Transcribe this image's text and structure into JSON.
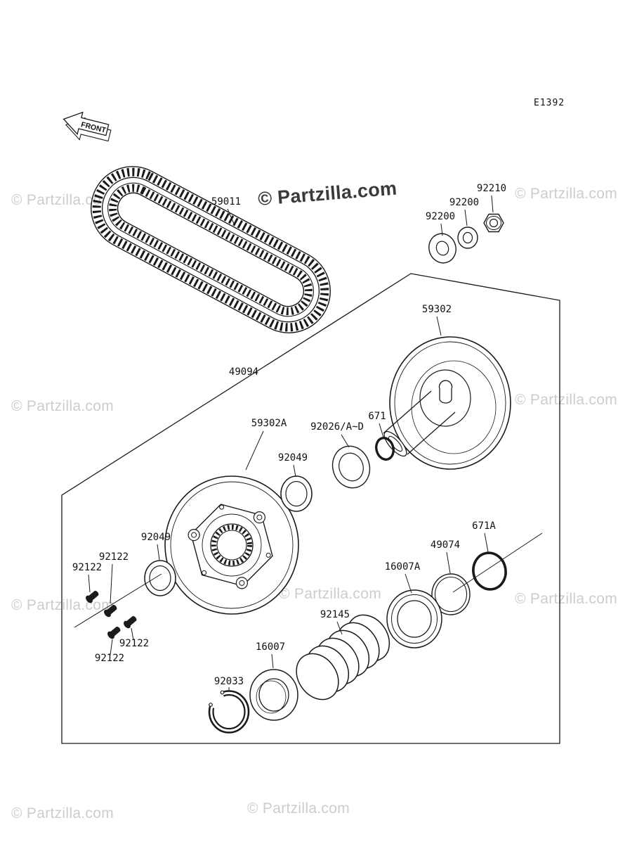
{
  "page": {
    "background": "#ffffff",
    "ink": "#1a1a1a"
  },
  "diagram": {
    "code": "E1392",
    "front_label": "FRONT"
  },
  "watermark": {
    "text": "© Partzilla.com",
    "dark_color": "#3a3a3a",
    "light_color": "#cdcdcd"
  },
  "part_labels": [
    {
      "text": "59011"
    },
    {
      "text": "92200"
    },
    {
      "text": "92200"
    },
    {
      "text": "92210"
    },
    {
      "text": "59302"
    },
    {
      "text": "49094"
    },
    {
      "text": "59302A"
    },
    {
      "text": "92026/A~D"
    },
    {
      "text": "671"
    },
    {
      "text": "92049"
    },
    {
      "text": "92049"
    },
    {
      "text": "92122"
    },
    {
      "text": "92122"
    },
    {
      "text": "92122"
    },
    {
      "text": "92122"
    },
    {
      "text": "16007A"
    },
    {
      "text": "49074"
    },
    {
      "text": "671A"
    },
    {
      "text": "92145"
    },
    {
      "text": "16007"
    },
    {
      "text": "92033"
    }
  ]
}
